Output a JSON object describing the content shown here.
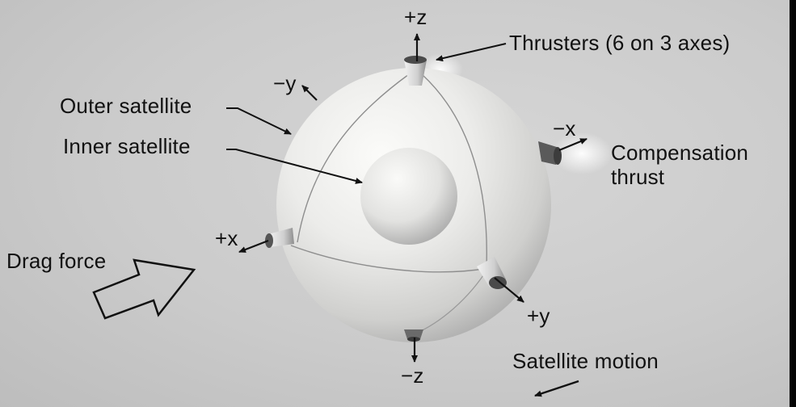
{
  "labels": {
    "thrusters": "Thrusters (6 on 3 axes)",
    "outer_satellite": "Outer satellite",
    "inner_satellite": "Inner satellite",
    "compensation_line1": "Compensation",
    "compensation_line2": "thrust",
    "drag_force": "Drag force",
    "satellite_motion": "Satellite motion"
  },
  "axes": {
    "plus_z": "+z",
    "minus_z": "−z",
    "plus_x": "+x",
    "minus_x": "−x",
    "plus_y": "+y",
    "minus_y": "−y"
  },
  "colors": {
    "background": "#cbcbcb",
    "sphere_light": "#f4f4f2",
    "sphere_shadow": "#a9a9a9",
    "ink": "#111111"
  }
}
